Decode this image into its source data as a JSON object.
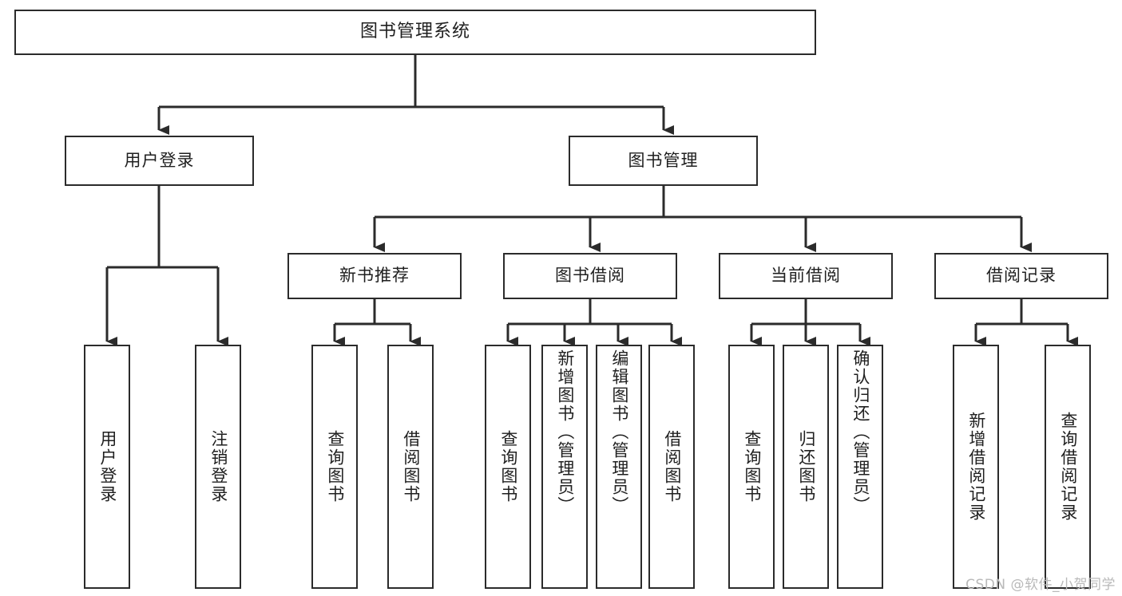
{
  "diagram": {
    "title": "图书管理系统",
    "type": "tree-hierarchy-diagram",
    "colors": {
      "box_border": "#2b2b2b",
      "box_fill": "#ffffff",
      "connector": "#2b2b2b",
      "text": "#1f1f1f",
      "watermark": "#b9b9b9",
      "background": "#ffffff"
    },
    "root": {
      "label": "图书管理系统"
    },
    "level2": [
      {
        "id": "user-login",
        "label": "用户登录"
      },
      {
        "id": "book-management",
        "label": "图书管理"
      }
    ],
    "level3": [
      {
        "id": "new-book-recommend",
        "label": "新书推荐"
      },
      {
        "id": "book-borrow",
        "label": "图书借阅"
      },
      {
        "id": "current-borrow",
        "label": "当前借阅"
      },
      {
        "id": "borrow-record",
        "label": "借阅记录"
      }
    ],
    "leaves": {
      "user_login": [
        {
          "id": "leaf-user-login",
          "label": "用户登录"
        },
        {
          "id": "leaf-logout-login",
          "label": "注销登录"
        }
      ],
      "new_book_recommend": [
        {
          "id": "leaf-query-book-1",
          "label": "查询图书"
        },
        {
          "id": "leaf-borrow-book-1",
          "label": "借阅图书"
        }
      ],
      "book_borrow": [
        {
          "id": "leaf-query-book-2",
          "label": "查询图书"
        },
        {
          "id": "leaf-add-book",
          "label": "新增图书（管理员）"
        },
        {
          "id": "leaf-edit-book",
          "label": "编辑图书（管理员）"
        },
        {
          "id": "leaf-borrow-book-2",
          "label": "借阅图书"
        }
      ],
      "current_borrow": [
        {
          "id": "leaf-query-book-3",
          "label": "查询图书"
        },
        {
          "id": "leaf-return-book",
          "label": "归还图书"
        },
        {
          "id": "leaf-confirm-return",
          "label": "确认归还（管理员）"
        }
      ],
      "borrow_record": [
        {
          "id": "leaf-add-record",
          "label": "新增借阅记录"
        },
        {
          "id": "leaf-query-record",
          "label": "查询借阅记录"
        }
      ]
    }
  },
  "watermark": {
    "text": "CSDN @软件_小贺同学"
  }
}
